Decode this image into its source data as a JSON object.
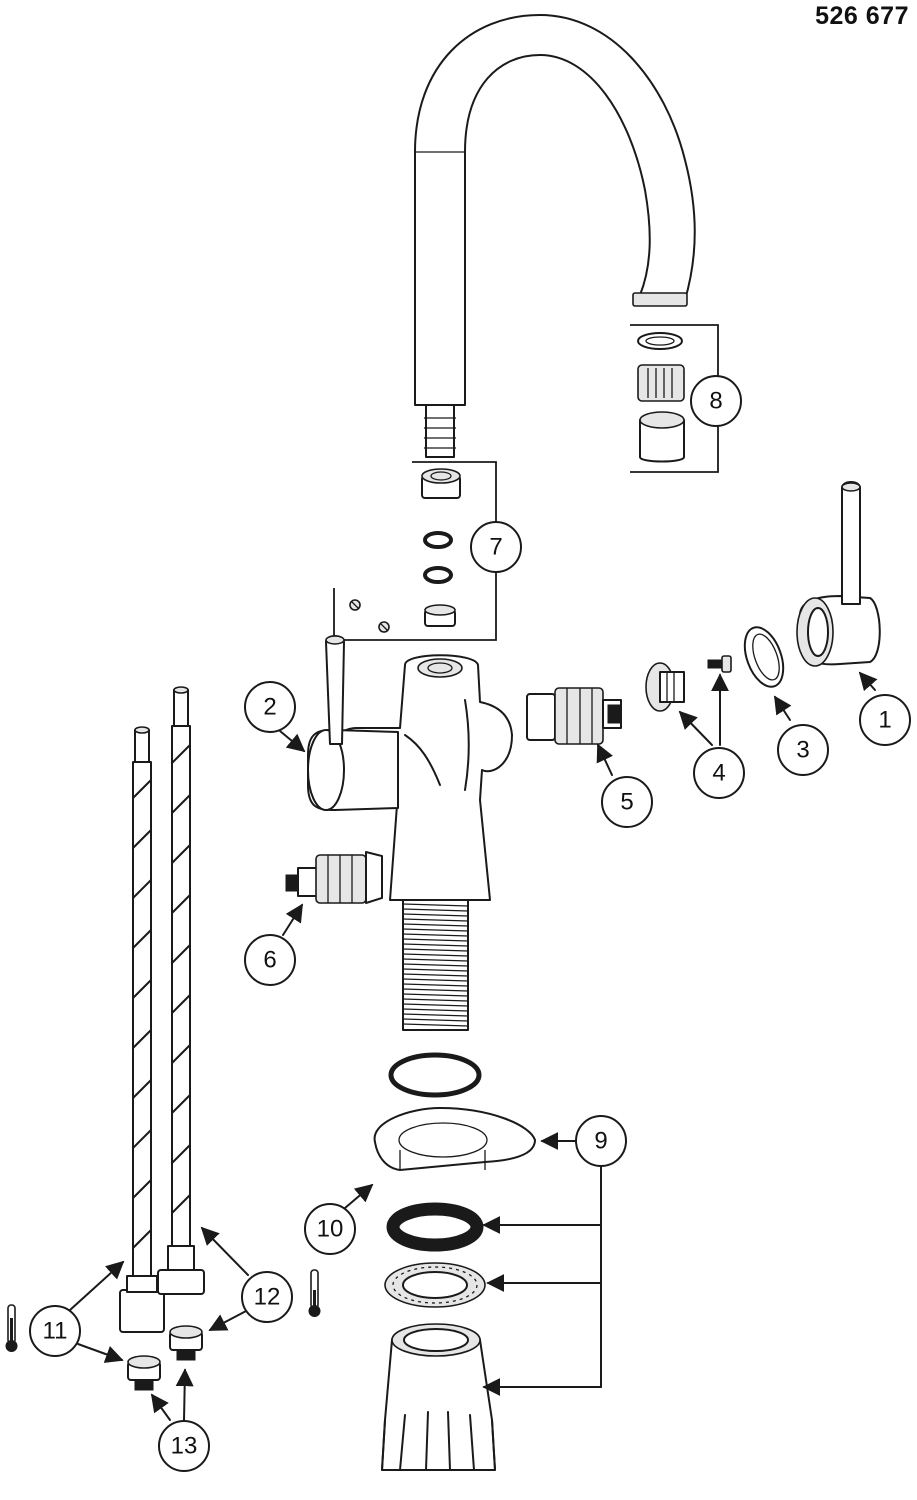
{
  "header": {
    "part_number": "526 677"
  },
  "callouts": [
    {
      "id": "c1",
      "label": "1"
    },
    {
      "id": "c2",
      "label": "2"
    },
    {
      "id": "c3",
      "label": "3"
    },
    {
      "id": "c4",
      "label": "4"
    },
    {
      "id": "c5",
      "label": "5"
    },
    {
      "id": "c6",
      "label": "6"
    },
    {
      "id": "c7",
      "label": "7"
    },
    {
      "id": "c8",
      "label": "8"
    },
    {
      "id": "c9",
      "label": "9"
    },
    {
      "id": "c10",
      "label": "10"
    },
    {
      "id": "c11",
      "label": "11"
    },
    {
      "id": "c12",
      "label": "12"
    },
    {
      "id": "c13",
      "label": "13"
    }
  ],
  "icons": {
    "temperature": "thermometer-icon"
  }
}
